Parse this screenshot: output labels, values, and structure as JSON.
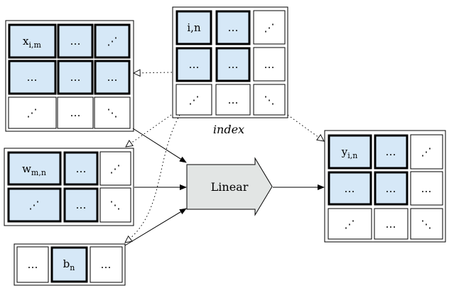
{
  "colors": {
    "highlight_fill": "#d6e8f7",
    "plain_fill": "#ffffff",
    "linear_fill": "#e2e5e4",
    "stroke": "#000000"
  },
  "x_matrix": {
    "row1": {
      "c1_main": "x",
      "c1_sub": "i,m",
      "c2": "…",
      "c3": "⋰"
    },
    "row2": {
      "c1": "…",
      "c2": "…",
      "c3": "…"
    },
    "row3": {
      "c1": "⋰",
      "c2": "…",
      "c3": "⋱"
    }
  },
  "index_matrix": {
    "row1": {
      "c1": "i,n",
      "c2": "…",
      "c3": "⋰"
    },
    "row2": {
      "c1": "…",
      "c2": "…",
      "c3": "…"
    },
    "row3": {
      "c1": "⋰",
      "c2": "…",
      "c3": "⋱"
    },
    "label": "index"
  },
  "w_matrix": {
    "row1": {
      "c1_main": "w",
      "c1_sub": "m,n",
      "c2": "…",
      "c3": "⋰"
    },
    "row2": {
      "c1": "⋰",
      "c2": "…",
      "c3": "⋱"
    }
  },
  "b_vector": {
    "c1": "…",
    "c2_main": "b",
    "c2_sub": "n",
    "c3": "…"
  },
  "linear": {
    "label": "Linear"
  },
  "y_matrix": {
    "row1": {
      "c1_main": "y",
      "c1_sub": "i,n",
      "c2": "…",
      "c3": "⋰"
    },
    "row2": {
      "c1": "…",
      "c2": "…",
      "c3": "…"
    },
    "row3": {
      "c1": "⋰",
      "c2": "…",
      "c3": "⋱"
    }
  }
}
